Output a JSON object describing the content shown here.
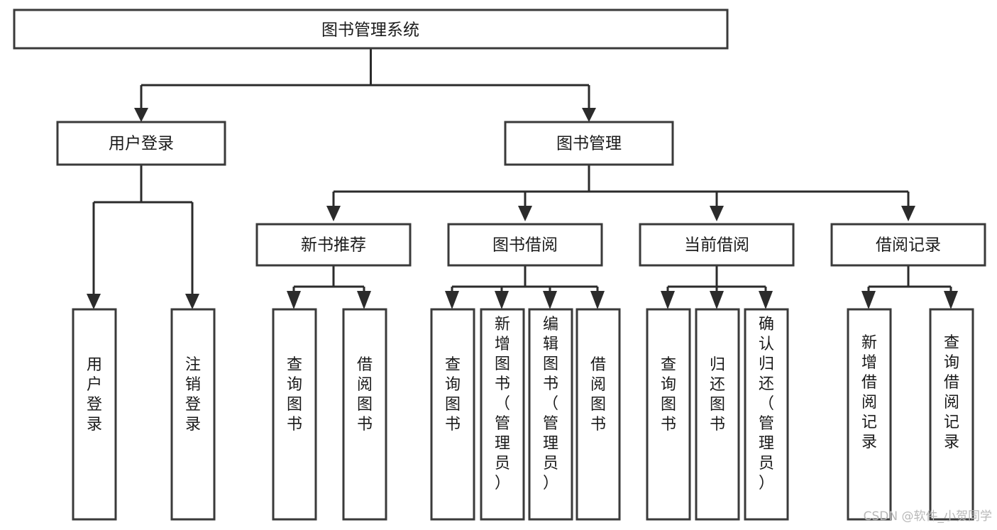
{
  "diagram": {
    "type": "tree-hierarchy",
    "title": "图书管理系统",
    "orientation": "top-down",
    "colors": {
      "box_border": "#3a3a3a",
      "connector": "#2b2b2b",
      "background": "#ffffff",
      "text": "#1a1a1a",
      "watermark": "#b8b8b8"
    },
    "root": {
      "label": "图书管理系统",
      "text_orientation": "horizontal"
    },
    "level1": [
      {
        "id": "user-login",
        "label": "用户登录",
        "text_orientation": "horizontal"
      },
      {
        "id": "book-management",
        "label": "图书管理",
        "text_orientation": "horizontal"
      }
    ],
    "level2": [
      {
        "id": "new-book-recommend",
        "label": "新书推荐",
        "parent": "book-management",
        "text_orientation": "horizontal"
      },
      {
        "id": "book-borrow",
        "label": "图书借阅",
        "parent": "book-management",
        "text_orientation": "horizontal"
      },
      {
        "id": "current-borrow",
        "label": "当前借阅",
        "parent": "book-management",
        "text_orientation": "horizontal"
      },
      {
        "id": "borrow-record",
        "label": "借阅记录",
        "parent": "book-management",
        "text_orientation": "horizontal"
      }
    ],
    "leaves": [
      {
        "id": "leaf-user-login",
        "label": "用户登录",
        "parent": "user-login",
        "text_orientation": "vertical"
      },
      {
        "id": "leaf-user-logout",
        "label": "注销登录",
        "parent": "user-login",
        "text_orientation": "vertical"
      },
      {
        "id": "leaf-query-book-1",
        "label": "查询图书",
        "parent": "new-book-recommend",
        "text_orientation": "vertical"
      },
      {
        "id": "leaf-borrow-book-1",
        "label": "借阅图书",
        "parent": "new-book-recommend",
        "text_orientation": "vertical"
      },
      {
        "id": "leaf-query-book-2",
        "label": "查询图书",
        "parent": "book-borrow",
        "text_orientation": "vertical"
      },
      {
        "id": "leaf-add-book",
        "label": "新增图书（管理员）",
        "parent": "book-borrow",
        "text_orientation": "vertical"
      },
      {
        "id": "leaf-edit-book",
        "label": "编辑图书（管理员）",
        "parent": "book-borrow",
        "text_orientation": "vertical"
      },
      {
        "id": "leaf-borrow-book-2",
        "label": "借阅图书",
        "parent": "book-borrow",
        "text_orientation": "vertical"
      },
      {
        "id": "leaf-query-book-3",
        "label": "查询图书",
        "parent": "current-borrow",
        "text_orientation": "vertical"
      },
      {
        "id": "leaf-return-book",
        "label": "归还图书",
        "parent": "current-borrow",
        "text_orientation": "vertical"
      },
      {
        "id": "leaf-confirm-return",
        "label": "确认归还（管理员）",
        "parent": "current-borrow",
        "text_orientation": "vertical"
      },
      {
        "id": "leaf-add-record",
        "label": "新增借阅记录",
        "parent": "borrow-record",
        "text_orientation": "vertical"
      },
      {
        "id": "leaf-query-record",
        "label": "查询借阅记录",
        "parent": "borrow-record",
        "text_orientation": "vertical"
      }
    ]
  },
  "watermark": {
    "label": "CSDN @软件_小贺同学"
  }
}
